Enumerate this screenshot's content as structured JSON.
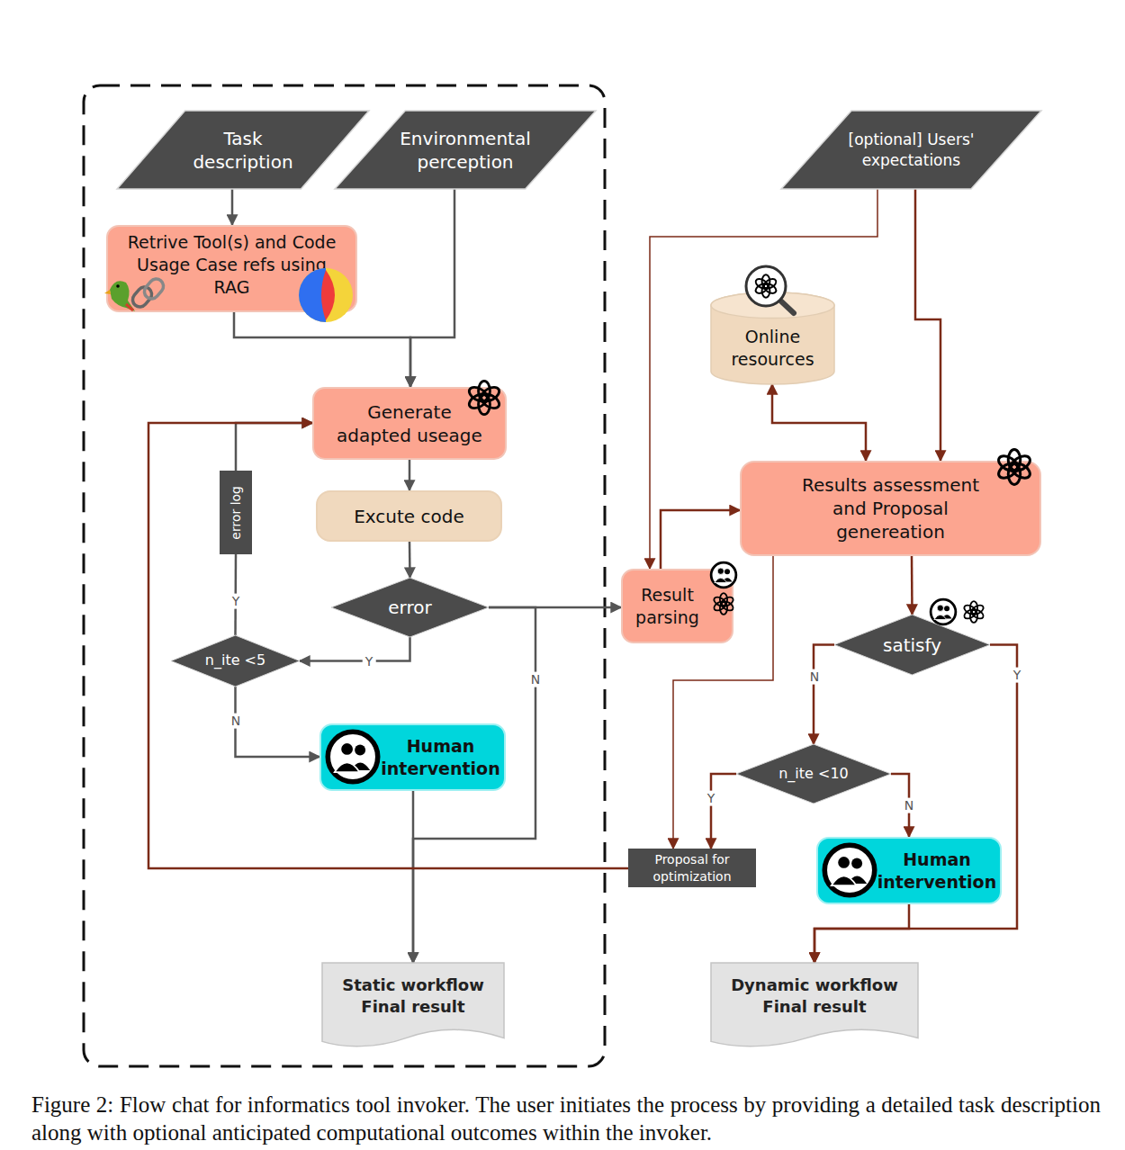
{
  "diagram": {
    "caption": "Figure 2: Flow chat for informatics tool invoker. The user initiates the process by providing a detailed task description along with optional anticipated computational outcomes within the invoker.",
    "nodes": [
      {
        "text": [
          "Task description"
        ]
      },
      {
        "text": [
          "Environmental perception"
        ]
      },
      {
        "text": [
          "[optional] Users' expectations"
        ]
      },
      {
        "text": [
          "Retrive Tool(s) and Code Usage Case refs using RAG"
        ]
      },
      {
        "text": [
          "Online resources"
        ]
      },
      {
        "text": [
          "Generate adapted useage"
        ]
      },
      {
        "text": [
          "Results assessment and Proposal genereation"
        ]
      },
      {
        "text": [
          "error log"
        ]
      },
      {
        "text": [
          "Excute code"
        ]
      },
      {
        "text": [
          "error"
        ]
      },
      {
        "text": [
          "Result parsing"
        ]
      },
      {
        "text": [
          "satisfy"
        ]
      },
      {
        "text": [
          "n_ite <5"
        ]
      },
      {
        "text": [
          "Human intervention"
        ]
      },
      {
        "text": [
          "n_ite <10"
        ]
      },
      {
        "text": [
          "Proposal for optimization"
        ]
      },
      {
        "text": [
          "Human intervention"
        ]
      },
      {
        "text": [
          "Static workflow Final result"
        ]
      },
      {
        "text": [
          "Dynamic workflow Final result"
        ]
      }
    ],
    "edges": [
      {
        "from": 0,
        "to": 3,
        "arrow": "to"
      },
      {
        "from": 3,
        "to": 5,
        "arrow": "to"
      },
      {
        "from": 1,
        "to": 5,
        "arrow": "to"
      },
      {
        "from": 5,
        "to": 8,
        "arrow": "to"
      },
      {
        "from": 8,
        "to": 9,
        "arrow": "to"
      },
      {
        "from": 9,
        "to": 12,
        "label": "Y",
        "arrow": "to"
      },
      {
        "from": 12,
        "to": 7,
        "label": "Y",
        "arrow": "none"
      },
      {
        "from": 7,
        "to": 5,
        "arrow": "to"
      },
      {
        "from": 12,
        "to": 13,
        "label": "N",
        "arrow": "to"
      },
      {
        "from": 9,
        "to": 10,
        "arrow": "to"
      },
      {
        "from": 9,
        "to": 17,
        "label": "N",
        "arrow": "to"
      },
      {
        "from": 13,
        "to": 17,
        "arrow": "to"
      },
      {
        "from": 2,
        "to": 10,
        "arrow": "to"
      },
      {
        "from": 2,
        "to": 6,
        "arrow": "to"
      },
      {
        "from": 6,
        "to": 4,
        "arrow": "both"
      },
      {
        "from": 10,
        "to": 6,
        "arrow": "to"
      },
      {
        "from": 6,
        "to": 15,
        "arrow": "to"
      },
      {
        "from": 6,
        "to": 11,
        "arrow": "to"
      },
      {
        "from": 11,
        "to": 14,
        "label": "N",
        "arrow": "to"
      },
      {
        "from": 11,
        "to": 18,
        "label": "Y",
        "arrow": "to"
      },
      {
        "from": 14,
        "to": 15,
        "label": "Y",
        "arrow": "to"
      },
      {
        "from": 14,
        "to": 16,
        "label": "N",
        "arrow": "to"
      },
      {
        "from": 16,
        "to": 18,
        "arrow": "to"
      },
      {
        "from": 15,
        "to": 5,
        "arrow": "to"
      }
    ]
  }
}
